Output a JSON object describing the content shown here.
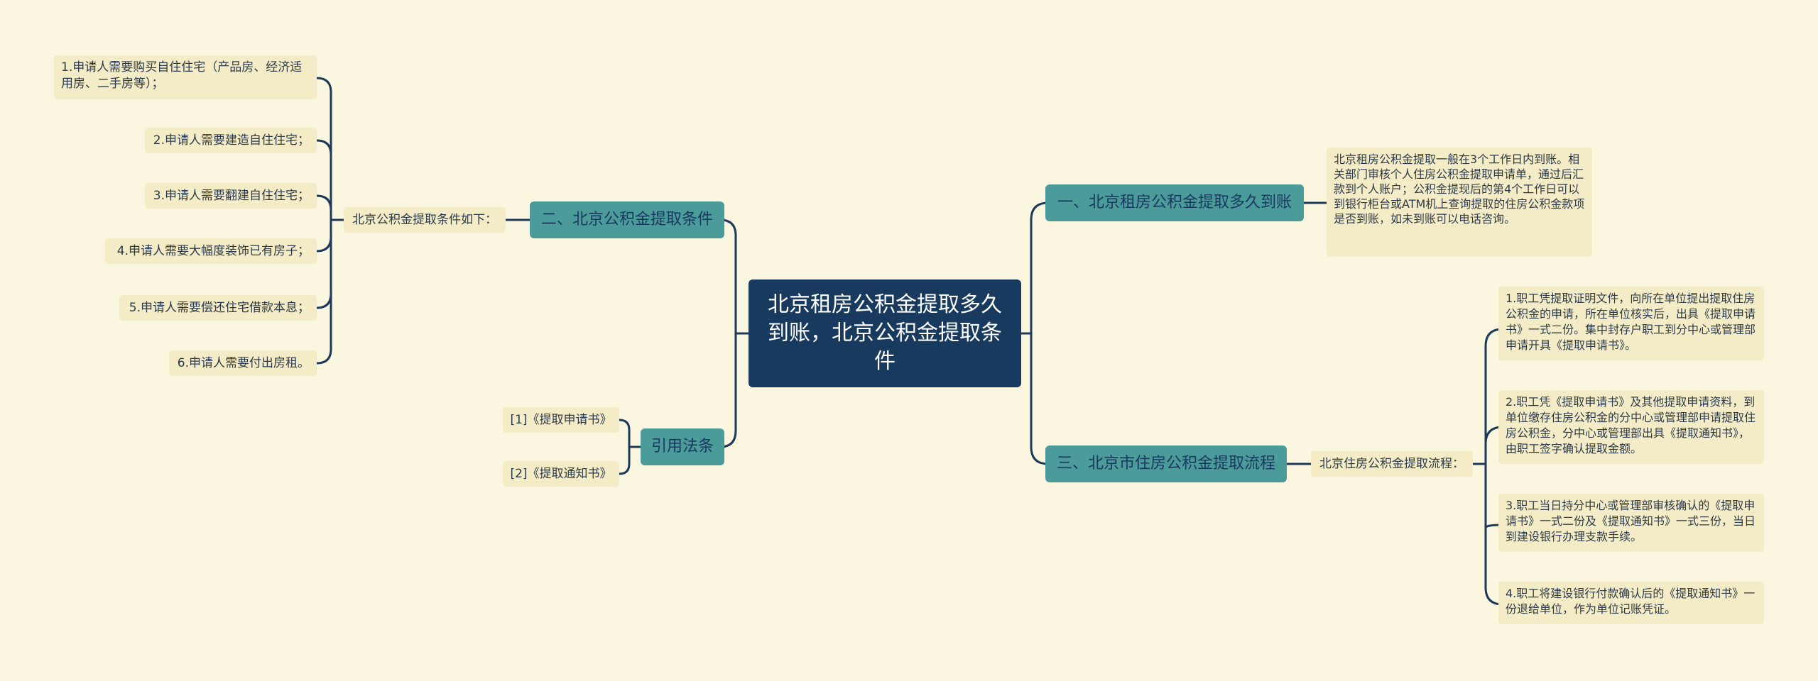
{
  "root": {
    "title": "北京租房公积金提取多久到账，北京公积金提取条件"
  },
  "branches": {
    "b1": {
      "label": "一、北京租房公积金提取多久到账",
      "detail": "北京租房公积金提取一般在3个工作日内到账。相关部门审核个人住房公积金提取申请单，通过后汇款到个人账户；公积金提现后的第4个工作日可以到银行柜台或ATM机上查询提取的住房公积金款项是否到账，如未到账可以电话咨询。"
    },
    "b2": {
      "label": "二、北京公积金提取条件",
      "intro": "北京公积金提取条件如下：",
      "items": [
        "1.申请人需要购买自住住宅（产品房、经济适用房、二手房等）；",
        "2.申请人需要建造自住住宅；",
        "3.申请人需要翻建自住住宅；",
        "4.申请人需要大幅度装饰已有房子；",
        "5.申请人需要偿还住宅借款本息；",
        "6.申请人需要付出房租。"
      ]
    },
    "b3": {
      "label": "三、北京市住房公积金提取流程",
      "intro": "北京住房公积金提取流程：",
      "items": [
        "1.职工凭提取证明文件，向所在单位提出提取住房公积金的申请，所在单位核实后，出具《提取申请书》一式二份。集中封存户职工到分中心或管理部申请开具《提取申请书》。",
        "2.职工凭《提取申请书》及其他提取申请资料，到单位缴存住房公积金的分中心或管理部申请提取住房公积金，分中心或管理部出具《提取通知书》，由职工签字确认提取金额。",
        "3.职工当日持分中心或管理部审核确认的《提取申请书》一式二份及《提取通知书》一式三份，当日到建设银行办理支款手续。",
        "4.职工将建设银行付款确认后的《提取通知书》一份退给单位，作为单位记账凭证。"
      ]
    },
    "b4": {
      "label": "引用法条",
      "items": [
        "[1]《提取申请书》",
        "[2]《提取通知书》"
      ]
    }
  },
  "colors": {
    "background": "#fbf6df",
    "root_fill": "#173a5e",
    "branch_fill": "#4b9b9b",
    "leaf_fill": "#f4ecc6",
    "connector": "#1d3a5a"
  }
}
